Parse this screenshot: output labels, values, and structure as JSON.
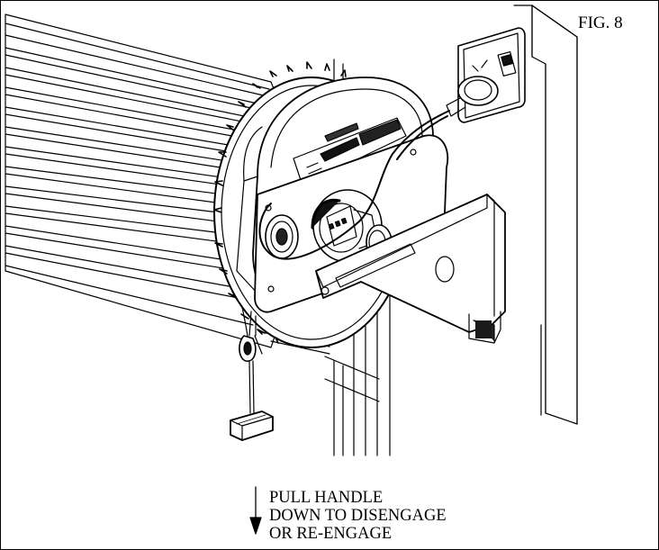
{
  "figure": {
    "label": "FIG. 8",
    "instructions": [
      "PULL HANDLE",
      "DOWN TO DISENGAGE",
      "OR RE-ENGAGE"
    ]
  },
  "icons": {
    "arrow": "down-arrow-icon",
    "socket": "power-socket-icon",
    "handle": "pull-handle-icon"
  },
  "colors": {
    "line": "#000000",
    "background": "#ffffff",
    "shadow": "#1a1a1a"
  }
}
